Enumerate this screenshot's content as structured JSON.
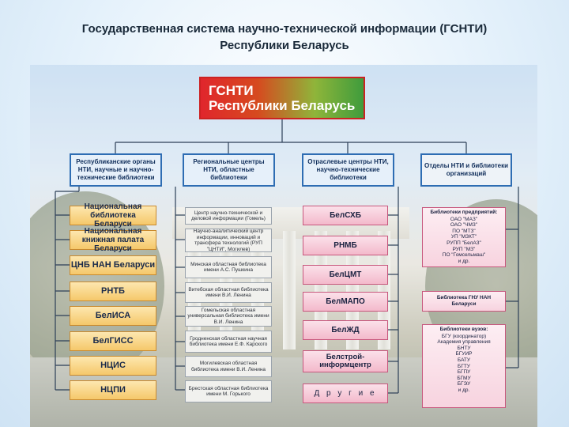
{
  "slide": {
    "title_line1": "Государственная система научно-технической информации (ГСНТИ)",
    "title_line2": "Республики Беларусь"
  },
  "root": {
    "line1": "ГСНТИ",
    "line2": "Республики Беларусь"
  },
  "categories": [
    "Республиканские органы НТИ, научные и научно-технические библиотеки",
    "Региональные центры НТИ, областные библиотеки",
    "Отраслевые центры НТИ, научно-технические библиотеки",
    "Отделы НТИ и библиотеки организаций"
  ],
  "col1": [
    "Национальная библиотека Беларуси",
    "Национальная книжная палата Беларуси",
    "ЦНБ НАН Беларуси",
    "РНТБ",
    "БелИСА",
    "БелГИСС",
    "НЦИС",
    "НЦПИ"
  ],
  "col2": [
    "Центр научно-технической и деловой информации (Гомель)",
    "Научно-аналитический центр информации, инноваций и трансфера технологий (РУП \"ЦНТИ\", Могилев)",
    "Минская областная библиотека имени А.С. Пушкина",
    "Витебская областная библиотека имени В.И. Ленина",
    "Гомельская областная универсальная библиотека имени В.И. Ленина",
    "Гродненская областная научная библиотека имени Е.Ф. Карского",
    "Могилевская областная библиотека имени В.И. Ленина",
    "Брестская областная библиотека имени М. Горького"
  ],
  "col3": [
    "БелСХБ",
    "РНМБ",
    "БелЦМТ",
    "БелМАПО",
    "БелЖД",
    "Белстрой-информцентр",
    "Д р у г и е"
  ],
  "col4": {
    "enterprises": {
      "header": "Библиотеки предприятий:",
      "items": [
        "ОАО \"МАЗ\"",
        "ОАО \"ЧМЗ\"",
        "ПО \"МТЗ\"",
        "УП \"МЗКТ\"",
        "РУПП \"БелАЗ\"",
        "РУП \"МЗ\"",
        "ПО \"Гомсельмаш\"",
        "и др."
      ]
    },
    "gnu": "Библиотека ГНУ НАН Беларуси",
    "universities": {
      "header": "Библиотеки вузов:",
      "items": [
        "БГУ (координатор)",
        "Академия управления",
        "БНТУ",
        "БГУИР",
        "БАТУ",
        "БГТУ",
        "БГПУ",
        "БГМУ",
        "БГЭУ",
        "и др."
      ]
    }
  },
  "colors": {
    "connector": "#2c3f57",
    "category_border": "#2e6db3",
    "root_red": "#e0262c",
    "root_green": "#3f9c3c"
  }
}
